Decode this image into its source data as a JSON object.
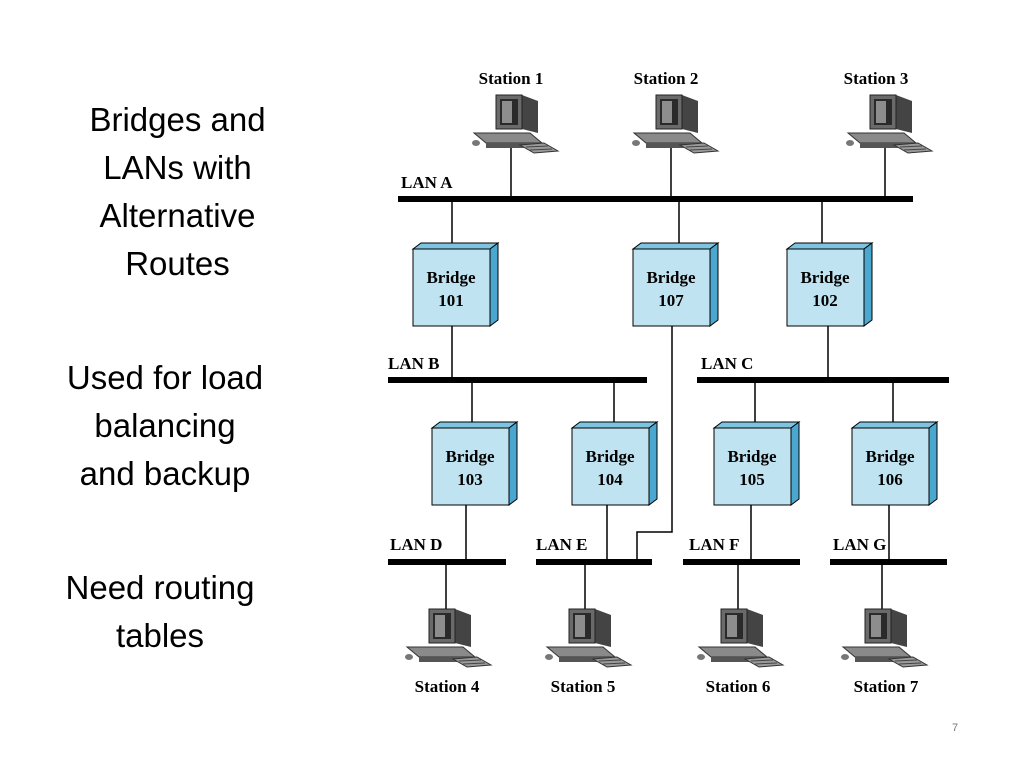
{
  "left_text": {
    "block1": [
      "Bridges and",
      "LANs with",
      "Alternative",
      "Routes"
    ],
    "block2": [
      "Used for load",
      "balancing",
      "and backup"
    ],
    "block3": [
      "Need routing",
      "tables"
    ]
  },
  "diagram": {
    "stations": [
      {
        "id": "station-1",
        "label": "Station 1"
      },
      {
        "id": "station-2",
        "label": "Station 2"
      },
      {
        "id": "station-3",
        "label": "Station 3"
      },
      {
        "id": "station-4",
        "label": "Station 4"
      },
      {
        "id": "station-5",
        "label": "Station 5"
      },
      {
        "id": "station-6",
        "label": "Station 6"
      },
      {
        "id": "station-7",
        "label": "Station 7"
      }
    ],
    "lans": [
      {
        "id": "lan-a",
        "label": "LAN A"
      },
      {
        "id": "lan-b",
        "label": "LAN B"
      },
      {
        "id": "lan-c",
        "label": "LAN C"
      },
      {
        "id": "lan-d",
        "label": "LAN D"
      },
      {
        "id": "lan-e",
        "label": "LAN E"
      },
      {
        "id": "lan-f",
        "label": "LAN F"
      },
      {
        "id": "lan-g",
        "label": "LAN G"
      }
    ],
    "bridges": [
      {
        "id": "bridge-101",
        "line1": "Bridge",
        "line2": "101"
      },
      {
        "id": "bridge-107",
        "line1": "Bridge",
        "line2": "107"
      },
      {
        "id": "bridge-102",
        "line1": "Bridge",
        "line2": "102"
      },
      {
        "id": "bridge-103",
        "line1": "Bridge",
        "line2": "103"
      },
      {
        "id": "bridge-104",
        "line1": "Bridge",
        "line2": "104"
      },
      {
        "id": "bridge-105",
        "line1": "Bridge",
        "line2": "105"
      },
      {
        "id": "bridge-106",
        "line1": "Bridge",
        "line2": "106"
      }
    ],
    "colors": {
      "bridge_front": "#bfe3f0",
      "bridge_side": "#4aa8d0",
      "line": "#000000"
    }
  },
  "slide_number": "7"
}
